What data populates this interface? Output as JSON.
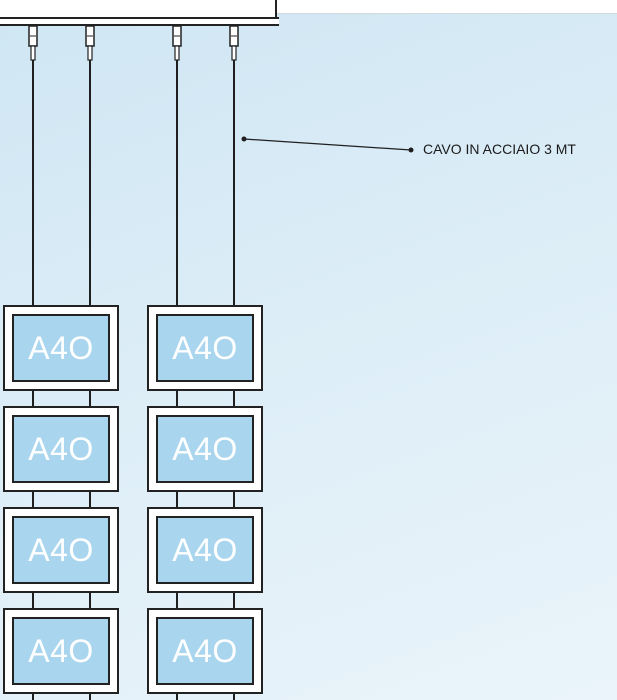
{
  "diagram": {
    "annotation": {
      "text": "CAVO IN ACCIAIO 3 MT"
    },
    "panels": [
      {
        "label": "A4O"
      },
      {
        "label": "A4O"
      },
      {
        "label": "A4O"
      },
      {
        "label": "A4O"
      },
      {
        "label": "A4O"
      },
      {
        "label": "A4O"
      },
      {
        "label": "A4O"
      },
      {
        "label": "A4O"
      }
    ],
    "colors": {
      "panel_fill": "#a9d6ee",
      "frame_fill": "#ffffff",
      "line": "#1f1f1f",
      "background": "#d8ebf6"
    }
  }
}
